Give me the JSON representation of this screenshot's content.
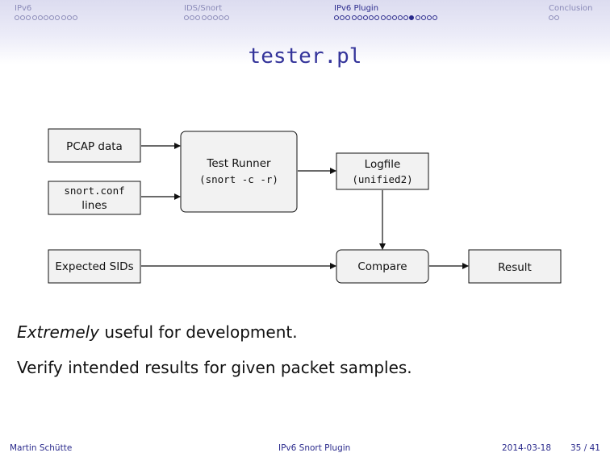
{
  "nav": {
    "sections": [
      {
        "label": "IPv6",
        "dots": 11,
        "filled": -1,
        "active": false
      },
      {
        "label": "IDS/Snort",
        "dots": 8,
        "filled": -1,
        "active": false
      },
      {
        "label": "IPv6 Plugin",
        "dots": 18,
        "filled": 13,
        "active": true
      },
      {
        "label": "Conclusion",
        "dots": 2,
        "filled": -1,
        "active": false
      }
    ]
  },
  "slide": {
    "title": "tester.pl"
  },
  "diagram": {
    "pcap": "PCAP data",
    "snortconf_code": "snort.conf",
    "snortconf_text": "lines",
    "runner_title": "Test Runner",
    "runner_cmd": "(snort -c -r)",
    "logfile_title": "Logfile",
    "logfile_format": "(unified2)",
    "expected": "Expected SIDs",
    "compare": "Compare",
    "result": "Result"
  },
  "body": {
    "line1_emph": "Extremely",
    "line1_rest": " useful for development.",
    "line2": "Verify intended results for given packet samples."
  },
  "footer": {
    "author": "Martin Schütte",
    "title": "IPv6 Snort Plugin",
    "date": "2014-03-18",
    "page": "35 / 41"
  },
  "colors": {
    "accent": "#34349a",
    "nav_inactive": "#8a8ab8",
    "box_fill": "#f2f2f2"
  }
}
